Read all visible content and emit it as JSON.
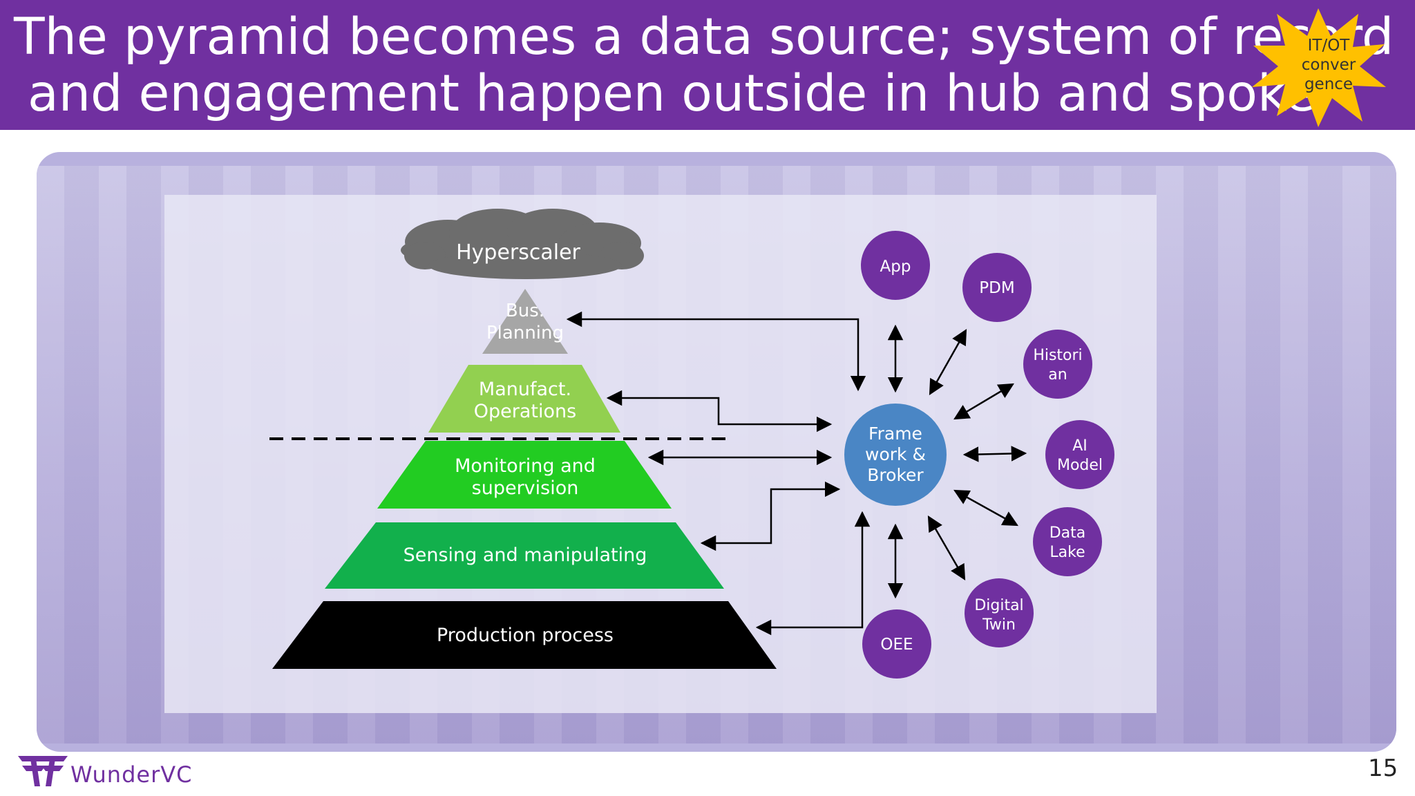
{
  "slide": {
    "title_line1": "The pyramid becomes a data source; system of record",
    "title_line2": "and engagement happen outside in hub and spoke",
    "badge": [
      "IT/OT",
      "conver",
      "gence"
    ],
    "page_number": "15",
    "brand": "WunderVC"
  },
  "pyramid": {
    "cloud_label": "Hyperscaler",
    "levels": [
      {
        "lines": [
          "Bus.",
          "Planning"
        ],
        "color": "#a6a6a6"
      },
      {
        "lines": [
          "Manufact.",
          "Operations"
        ],
        "color": "#92d050"
      },
      {
        "lines": [
          "Monitoring and",
          "supervision"
        ],
        "color": "#22cc22"
      },
      {
        "lines": [
          "Sensing and manipulating"
        ],
        "color": "#12b04c"
      },
      {
        "lines": [
          "Production process"
        ],
        "color": "#000000"
      }
    ]
  },
  "hub": {
    "lines": [
      "Frame",
      "work &",
      "Broker"
    ],
    "color": "#4a86c5"
  },
  "spokes": [
    {
      "lines": [
        "App"
      ]
    },
    {
      "lines": [
        "PDM"
      ]
    },
    {
      "lines": [
        "Histori",
        "an"
      ]
    },
    {
      "lines": [
        "AI",
        "Model"
      ]
    },
    {
      "lines": [
        "Data",
        "Lake"
      ]
    },
    {
      "lines": [
        "Digital",
        "Twin"
      ]
    },
    {
      "lines": [
        "OEE"
      ]
    }
  ],
  "colors": {
    "header": "#7030a0",
    "spoke": "#7030a0",
    "badge": "#ffc000"
  }
}
